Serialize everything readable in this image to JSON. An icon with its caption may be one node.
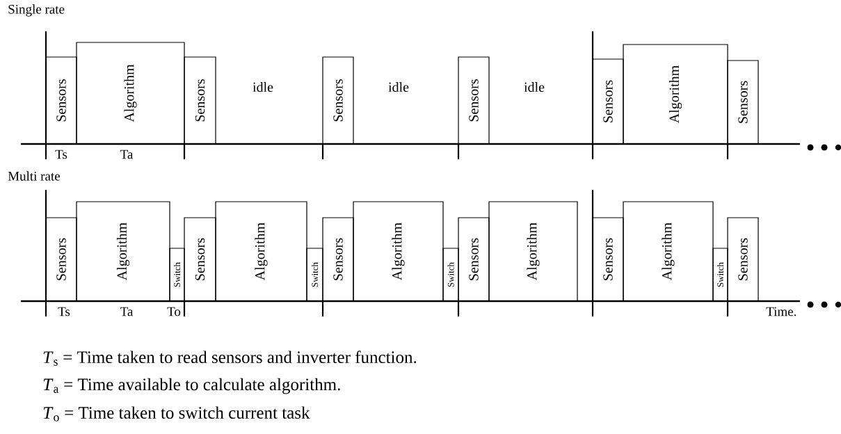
{
  "diagram": {
    "nodes": [
      {
        "text": [
          "Sensors"
        ]
      },
      {
        "text": [
          "Algorithm"
        ]
      },
      {
        "text": [
          "Sensors"
        ]
      },
      {
        "text": [
          "Sensors"
        ]
      },
      {
        "text": [
          "Sensors"
        ]
      },
      {
        "text": [
          "Sensors"
        ]
      },
      {
        "text": [
          "Algorithm"
        ]
      },
      {
        "text": [
          "Sensors"
        ]
      },
      {
        "text": [
          "Sensors"
        ]
      },
      {
        "text": [
          "Algorithm"
        ]
      },
      {
        "text": [
          "Switch"
        ]
      },
      {
        "text": [
          "Sensors"
        ]
      },
      {
        "text": [
          "Algorithm"
        ]
      },
      {
        "text": [
          "Switch"
        ]
      },
      {
        "text": [
          "Sensors"
        ]
      },
      {
        "text": [
          "Algorithm"
        ]
      },
      {
        "text": [
          "Switch"
        ]
      },
      {
        "text": [
          "Sensors"
        ]
      },
      {
        "text": [
          "Algorithm"
        ]
      },
      {
        "text": [
          "Sensors"
        ]
      },
      {
        "text": [
          "Algorithm"
        ]
      },
      {
        "text": [
          "Switch"
        ]
      },
      {
        "text": [
          "Sensors"
        ]
      }
    ],
    "labels": [
      "Single rate",
      "idle",
      "idle",
      "idle",
      "Ts",
      "Ta",
      "Multi rate",
      "Ts",
      "Ta",
      "To",
      "Time.",
      "*T*$_{s}$ = Time taken to read sensors and inverter function.",
      "*T*$_{a}$ = Time available to calculate algorithm.",
      "*T*$_{o}$ = Time taken to switch current task"
    ]
  }
}
